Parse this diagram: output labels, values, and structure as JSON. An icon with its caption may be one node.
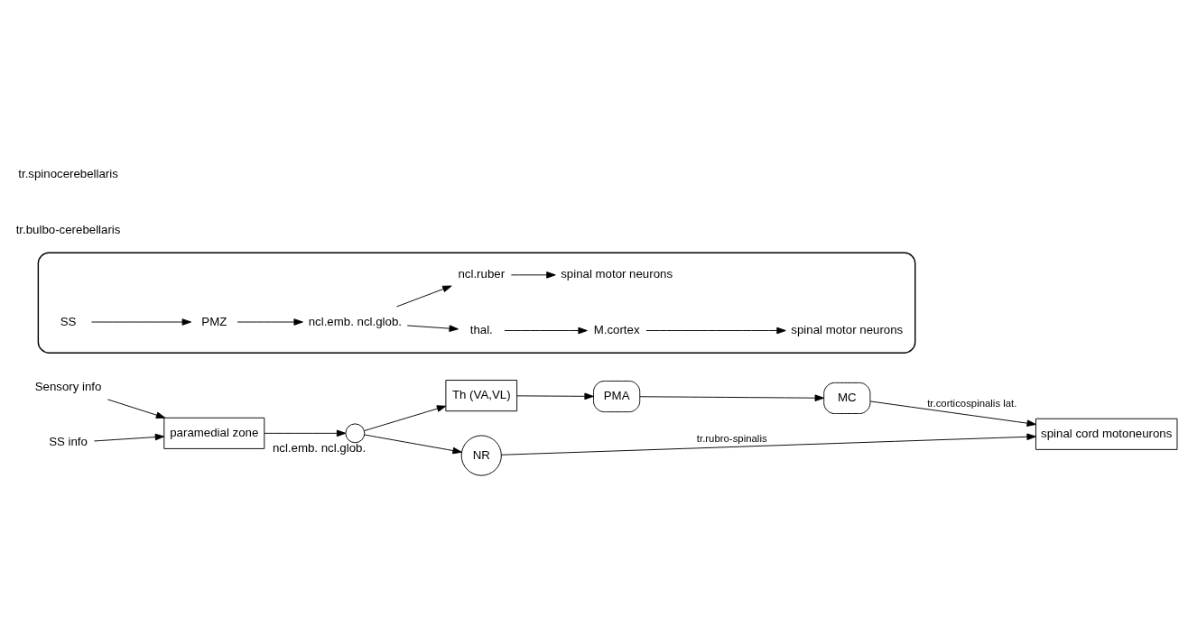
{
  "diagram": {
    "nodes": [
      {
        "text": [
          "PMA"
        ]
      },
      {
        "text": [
          "MC"
        ]
      },
      {
        "text": [
          "Th (VA,VL)"
        ]
      },
      {
        "text": [
          "NR"
        ]
      },
      {
        "text": [
          "paramedial zone"
        ]
      },
      {
        "text": [],
        "shape": "circle",
        "beside": [
          "ncl.emb. ncl.glob."
        ]
      },
      {
        "text": [
          "spinal cord motoneurons"
        ]
      },
      {
        "text": [],
        "shape": "cloud"
      },
      {
        "text": [
          "SS"
        ],
        "in": 7
      },
      {
        "text": [
          "PMZ"
        ],
        "in": 7
      },
      {
        "text": [
          "ncl.emb. ncl.glob."
        ],
        "in": 7
      },
      {
        "text": [
          "thal."
        ],
        "in": 7
      },
      {
        "text": [
          "M.cortex"
        ],
        "in": 7
      },
      {
        "text": [
          "spinal motor neurons"
        ],
        "in": 7
      },
      {
        "text": [
          "ncl.ruber"
        ],
        "in": 7
      },
      {
        "text": [
          "spinal motor neurons"
        ],
        "in": 7
      },
      {
        "text": [
          "Sensory info"
        ]
      },
      {
        "text": [
          "SS info"
        ]
      }
    ],
    "edges": [
      {
        "from": 16,
        "to": 4,
        "arrow": "to"
      },
      {
        "from": 17,
        "to": 4,
        "arrow": "to"
      },
      {
        "from": 4,
        "to": 5,
        "arrow": "to"
      },
      {
        "from": 5,
        "to": 3,
        "arrow": "to"
      },
      {
        "from": 5,
        "to": 2,
        "arrow": "to"
      },
      {
        "from": 2,
        "to": 0,
        "arrow": "to"
      },
      {
        "from": 0,
        "to": 1,
        "arrow": "to"
      },
      {
        "from": 1,
        "to": 6,
        "arrow": "to",
        "label": "tr.corticospinalis lat."
      },
      {
        "from": 3,
        "to": 6,
        "arrow": "to",
        "label": "tr.rubro-spinalis"
      },
      {
        "from": 8,
        "to": 9,
        "arrow": "to"
      },
      {
        "from": 9,
        "to": 10,
        "arrow": "to"
      },
      {
        "from": 10,
        "to": 11,
        "arrow": "to"
      },
      {
        "from": 11,
        "to": 12,
        "arrow": "to"
      },
      {
        "from": 12,
        "to": 13,
        "arrow": "to"
      },
      {
        "from": 10,
        "to": 14,
        "arrow": "to"
      },
      {
        "from": 14,
        "to": 15,
        "arrow": "to"
      }
    ],
    "labels": [
      "tr.bulbo-cerebellaris",
      "tr.spinocerebellaris"
    ]
  }
}
